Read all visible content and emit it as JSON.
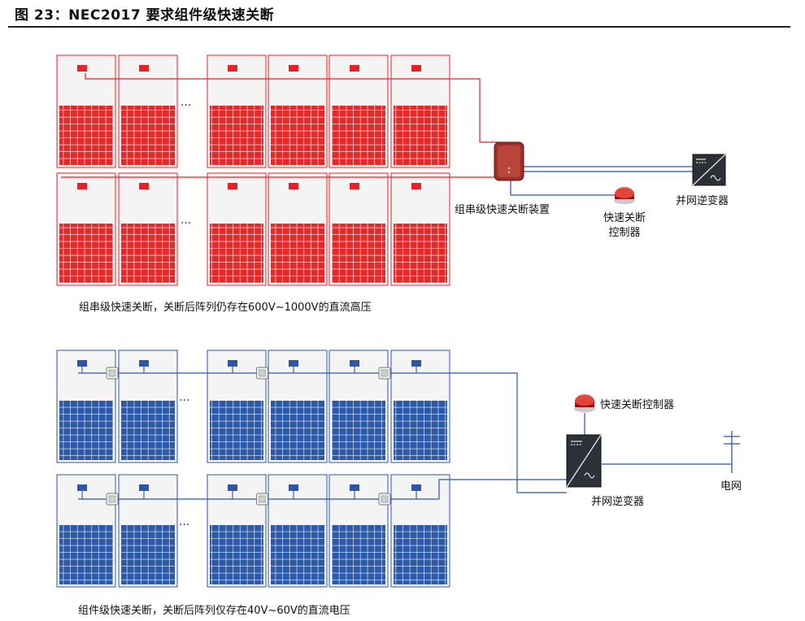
{
  "header": {
    "title": "图 23：NEC2017 要求组件级快速关断"
  },
  "top": {
    "device_label": "组串级快速关断装置",
    "controller_label_line1": "快速关断",
    "controller_label_line2": "控制器",
    "inverter_label": "并网逆变器",
    "ellipsis": "···",
    "caption": "组串级快速关断，关断后阵列仍存在600V~1000V的直流高压",
    "color": "#e8202a"
  },
  "bottom": {
    "controller_label": "快速关断控制器",
    "inverter_label": "并网逆变器",
    "grid_label": "电网",
    "ellipsis": "···",
    "caption": "组件级快速关断，关断后阵列仅存在40V~60V的直流电压",
    "color": "#2f55a5"
  }
}
